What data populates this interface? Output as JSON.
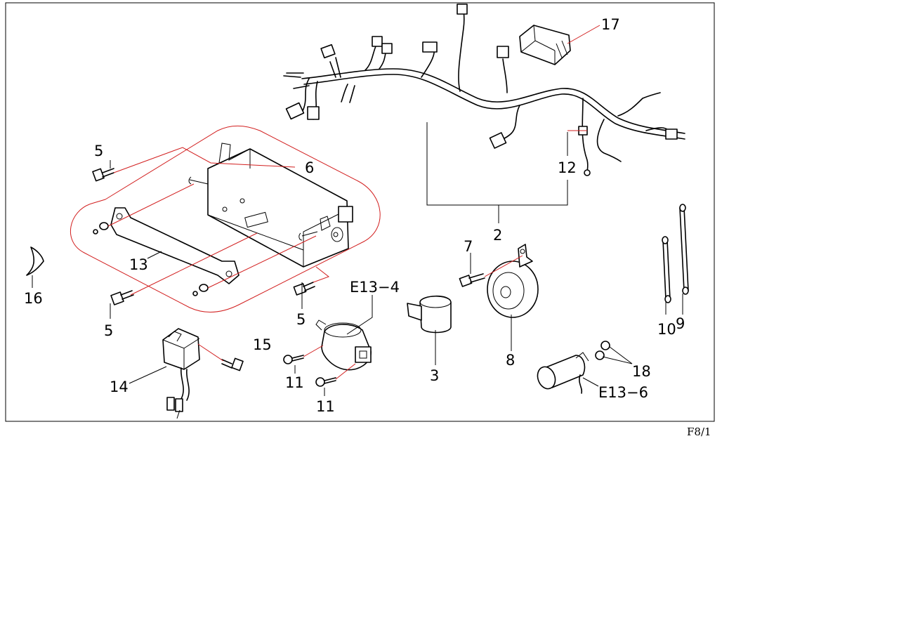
{
  "diagram": {
    "page_ref": "F8/1",
    "colors": {
      "line": "#000000",
      "leader_red": "#d21f1f",
      "background": "#ffffff"
    },
    "callouts": {
      "c2": "2",
      "c3": "3",
      "c5a": "5",
      "c5b": "5",
      "c5c": "5",
      "c6": "6",
      "c7": "7",
      "c8": "8",
      "c9": "9",
      "c10": "10",
      "c11a": "11",
      "c11b": "11",
      "c12": "12",
      "c13": "13",
      "c14": "14",
      "c15": "15",
      "c16": "16",
      "c17": "17",
      "c18": "18",
      "ce134": "E13−4",
      "ce136": "E13−6"
    }
  }
}
